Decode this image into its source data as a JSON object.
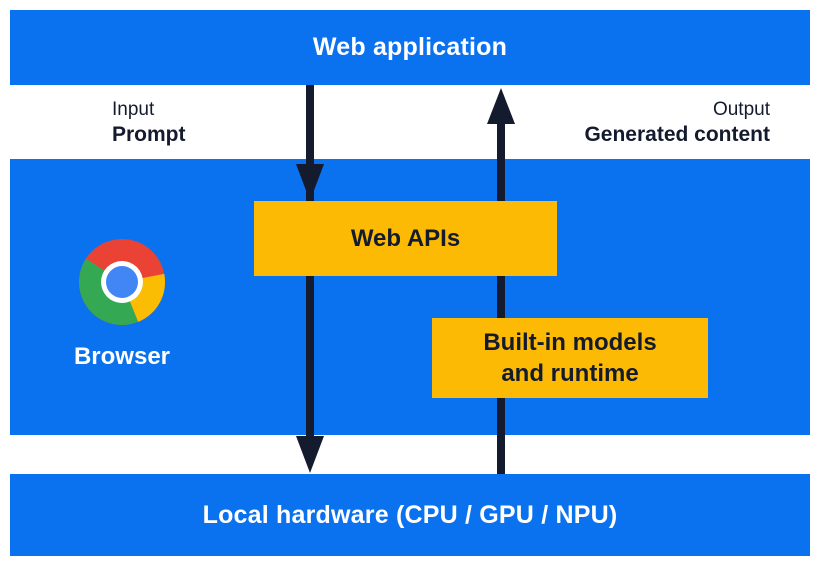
{
  "top_bar": {
    "label": "Web application"
  },
  "io": {
    "input_label": "Input",
    "input_value": "Prompt",
    "output_label": "Output",
    "output_value": "Generated content"
  },
  "browser_section": {
    "browser_label": "Browser",
    "web_apis_label": "Web APIs",
    "builtin_models_line1": "Built-in models",
    "builtin_models_line2": "and runtime"
  },
  "bottom_bar": {
    "label": "Local hardware (CPU / GPU / NPU)"
  },
  "icons": {
    "chrome": "chrome-browser-icon",
    "down_arrow": "arrow-down-icon",
    "up_arrow": "arrow-up-icon"
  },
  "colors": {
    "blue": "#0b72ef",
    "yellow": "#fcba05",
    "navy": "#141b2e",
    "white": "#ffffff",
    "chrome_red": "#ea4335",
    "chrome_yellow": "#fbbc04",
    "chrome_green": "#34a853",
    "chrome_blue": "#4285f4"
  }
}
